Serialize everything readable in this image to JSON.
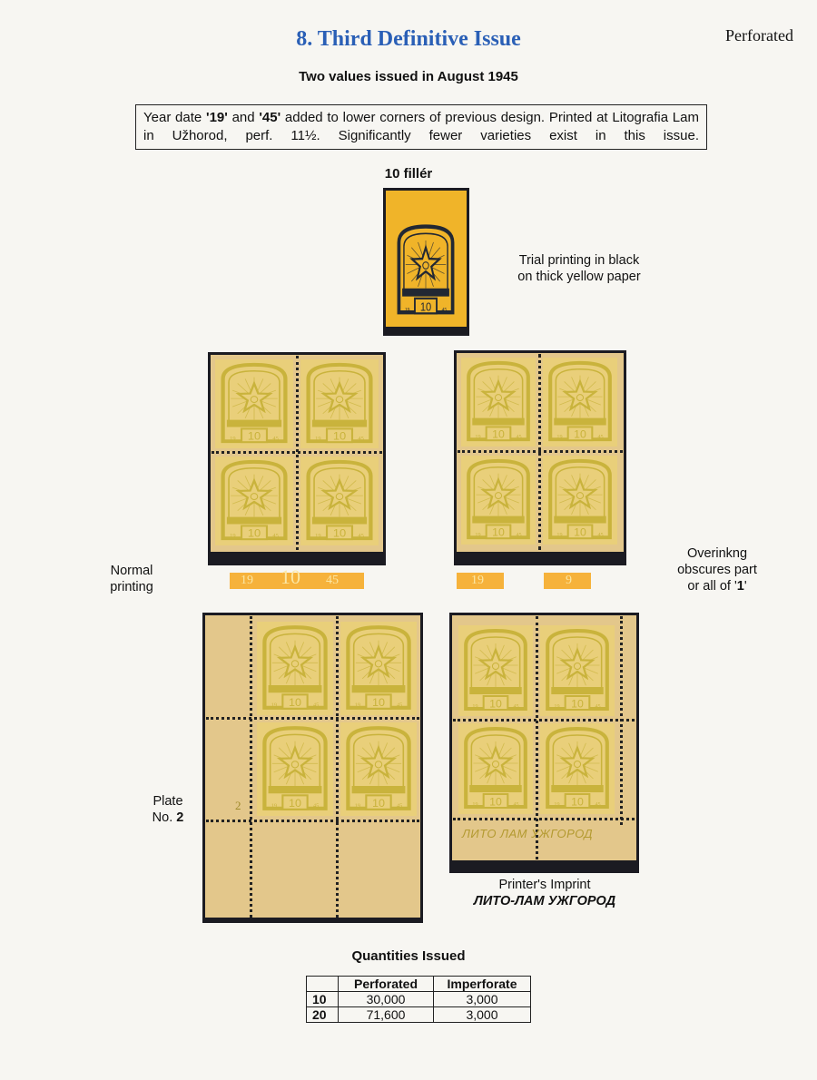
{
  "header": {
    "title": "8. Third Definitive Issue",
    "corner_label": "Perforated",
    "subtitle": "Two values issued in August 1945"
  },
  "note": {
    "pre": "Year date ",
    "b1": "'19'",
    "mid": " and ",
    "b2": "'45'",
    "post": " added to lower corners of previous design. Printed at Litografia Lam in Užhorod, perf. 11½. Significantly fewer varieties exist in this issue."
  },
  "denomination": "10 fillér",
  "stamp": {
    "value": "10",
    "year_left": "19",
    "year_right": "45",
    "colors": {
      "yellow": "#e9cf7a",
      "design": "#c9b33c",
      "trial_paper": "#f0b429",
      "trial_ink": "#222833"
    }
  },
  "captions": {
    "trial_line1": "Trial printing in black",
    "trial_line2": "on thick yellow paper",
    "normal_line1": "Normal",
    "normal_line2": "printing",
    "overink_line1": "Overinkng",
    "overink_line2": "obscures part",
    "overink_line3_pre": "or all of '",
    "overink_line3_bold": "1",
    "overink_line3_post": "'",
    "plate_line1": "Plate",
    "plate_line2_pre": "No. ",
    "plate_line2_bold": "2",
    "imprint_line1": "Printer's Imprint",
    "imprint_line2": "ЛИТО-ЛАМ УЖГОРОД"
  },
  "strips": {
    "normal_left": "19",
    "normal_mid": "10",
    "normal_right": "45",
    "over_a": "19",
    "over_b": "9"
  },
  "sheet_marks": {
    "plate_number": "2",
    "imprint_text": "ЛИТО ЛАМ УЖГОРОД"
  },
  "quantities": {
    "title": "Quantities Issued",
    "headers": [
      "",
      "Perforated",
      "Imperforate"
    ],
    "rows": [
      [
        "10",
        "30,000",
        "3,000"
      ],
      [
        "20",
        "71,600",
        "3,000"
      ]
    ]
  }
}
